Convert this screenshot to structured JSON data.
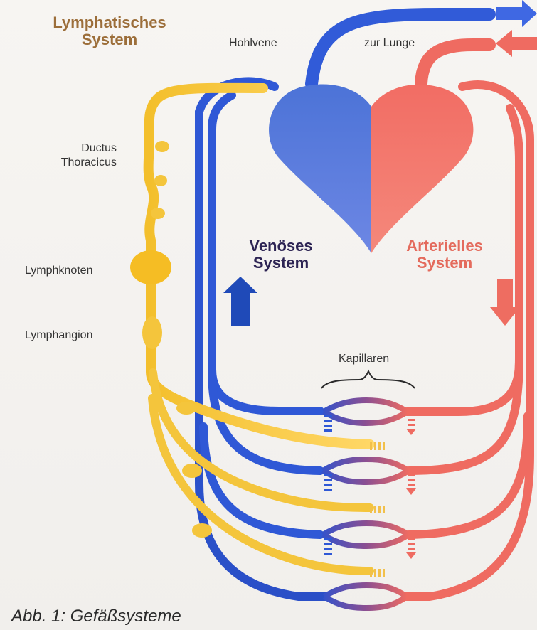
{
  "labels": {
    "lymphatic_system_line1": "Lymphatisches",
    "lymphatic_system_line2": "System",
    "hohlvene": "Hohlvene",
    "zur_lunge": "zur Lunge",
    "ductus_line1": "Ductus",
    "ductus_line2": "Thoracicus",
    "lymphknoten": "Lymphknoten",
    "lymphangion": "Lymphangion",
    "venous_line1": "Venöses",
    "venous_line2": "System",
    "arterial_line1": "Arterielles",
    "arterial_line2": "System",
    "kapillaren": "Kapillaren"
  },
  "caption": "Abb. 1: Gefäßsysteme",
  "colors": {
    "venous": "#2f58d6",
    "arterial": "#ef6b61",
    "lymph": "#f7c94a",
    "lymph_dark": "#e6a91d",
    "text": "#333333",
    "lymph_title": "#9c6e3a",
    "venous_title": "#2d2454",
    "arterial_title": "#e46b5d"
  }
}
